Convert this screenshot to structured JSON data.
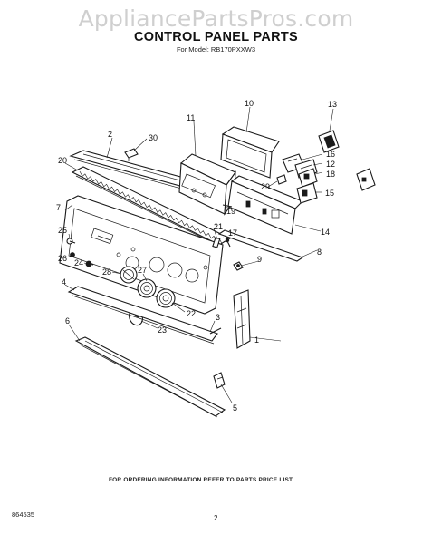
{
  "header": {
    "watermark": "AppliancePartsPros.com",
    "title": "CONTROL PANEL PARTS",
    "subtitle": "For Model: RB170PXXW3"
  },
  "footer": {
    "note": "FOR ORDERING INFORMATION REFER TO PARTS PRICE LIST",
    "doc_number": "864535",
    "page_number": "2"
  },
  "callouts": [
    "1",
    "2",
    "3",
    "4",
    "5",
    "6",
    "7",
    "8",
    "9",
    "10",
    "11",
    "12",
    "13",
    "14",
    "15",
    "16",
    "17",
    "18",
    "19",
    "20",
    "21",
    "22",
    "23",
    "24",
    "25",
    "26",
    "27",
    "28",
    "29",
    "30"
  ]
}
